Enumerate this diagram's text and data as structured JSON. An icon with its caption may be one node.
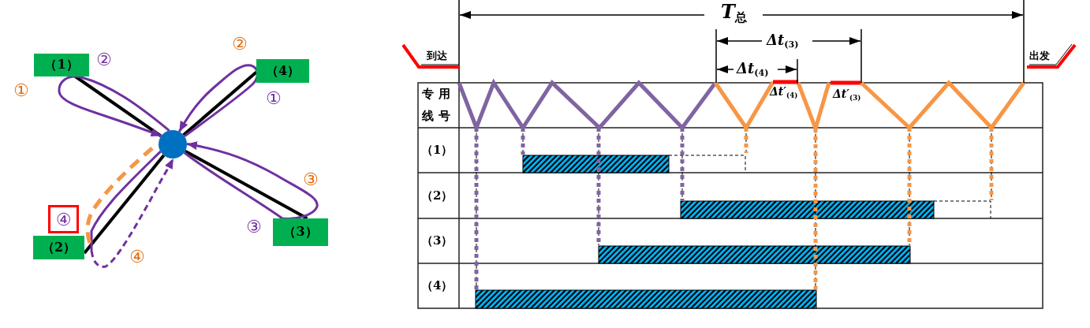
{
  "diagram": {
    "nodes": [
      {
        "text": [
          "（1）"
        ]
      },
      {
        "text": [
          "（4）"
        ]
      },
      {
        "text": [],
        "shape": "circle"
      },
      {
        "text": [
          "④"
        ]
      },
      {
        "text": [
          "（3）"
        ]
      },
      {
        "text": [
          "（2）"
        ]
      }
    ],
    "edges": [
      {
        "from": 0,
        "to": 2,
        "arrow": "none"
      },
      {
        "from": 1,
        "to": 2,
        "arrow": "none"
      },
      {
        "from": 4,
        "to": 2,
        "arrow": "none"
      },
      {
        "from": 5,
        "to": 2,
        "arrow": "none"
      },
      {
        "from": 2,
        "to": 2,
        "arrow": "to",
        "color": "#7030a0"
      },
      {
        "from": 2,
        "to": 2,
        "arrow": "to",
        "color": "#7030a0"
      },
      {
        "from": 2,
        "to": 2,
        "arrow": "to",
        "color": "#7030a0"
      },
      {
        "from": 2,
        "to": 2,
        "arrow": "to",
        "style": "dashed",
        "color": "#7030a0"
      }
    ],
    "labels": [
      "②",
      "②",
      "①",
      "①",
      "③",
      "③",
      "④",
      "*T*$_{总}$",
      "*Δt*$_{(3)}$",
      "到达",
      "出发",
      "*Δt*$_{(4)}$",
      "*Δt′*$_{(4)}$",
      "*Δt′*$_{(3)}$",
      "专用线号",
      "（1）",
      "（2）",
      "（3）",
      "（4）"
    ]
  }
}
